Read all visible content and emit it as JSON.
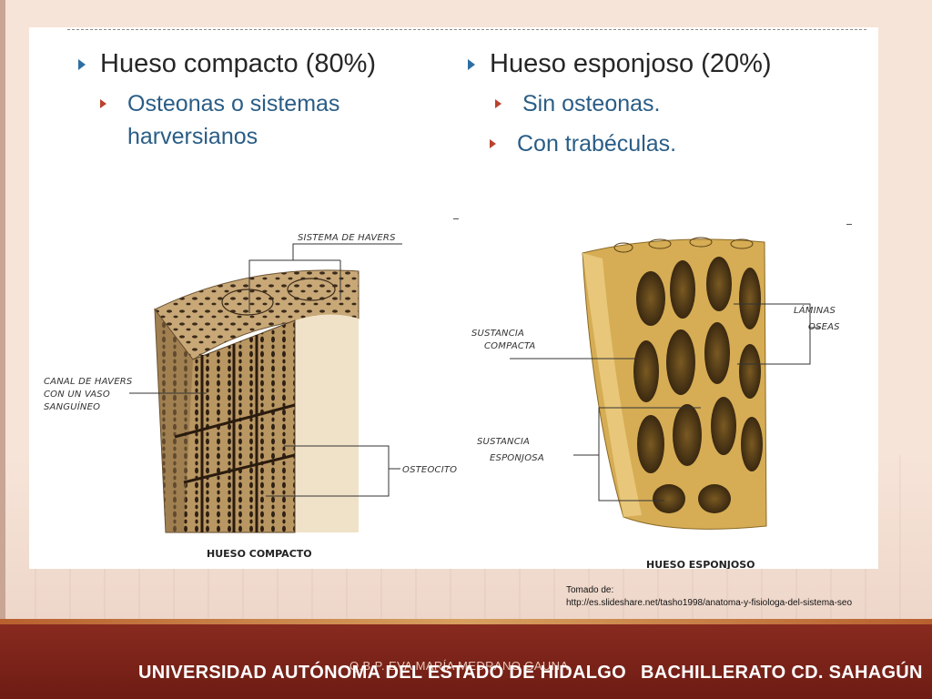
{
  "left_column": {
    "heading": "Hueso compacto (80%)",
    "bullets": [
      "Osteonas o sistemas",
      "harversianos"
    ]
  },
  "right_column": {
    "heading": "Hueso esponjoso (20%)",
    "bullets": [
      "Sin osteonas.",
      "Con trabéculas."
    ]
  },
  "compact_figure": {
    "label_havers_system": "SISTEMA DE HAVERS",
    "label_canal_1": "CANAL DE HAVERS",
    "label_canal_2": "CON UN VASO",
    "label_canal_3": "SANGUÍNEO",
    "label_osteocytes": "OSTEOCITOS",
    "title": "HUESO COMPACTO"
  },
  "spongy_figure": {
    "label_compact_1": "SUSTANCIA",
    "label_compact_2": "COMPACTA",
    "label_spongy_1": "SUSTANCIA",
    "label_spongy_2": "ESPONJOSA",
    "label_laminae_1": "LÁMINAS",
    "label_laminae_2": "OSEAS",
    "title": "HUESO ESPONJOSO"
  },
  "source": {
    "prefix": "Tomado de:",
    "url": "http://es.slideshare.net/tasho1998/anatoma-y-fisiologa-del-sistema-seo"
  },
  "footer": {
    "author": "Q.B.P. EVA MARÍA MEDRANO GAUNA",
    "university": "UNIVERSIDAD AUTÓNOMA DEL ESTADO DE HIDALGO",
    "campus": "BACHILLERATO CD. SAHAGÚN"
  }
}
